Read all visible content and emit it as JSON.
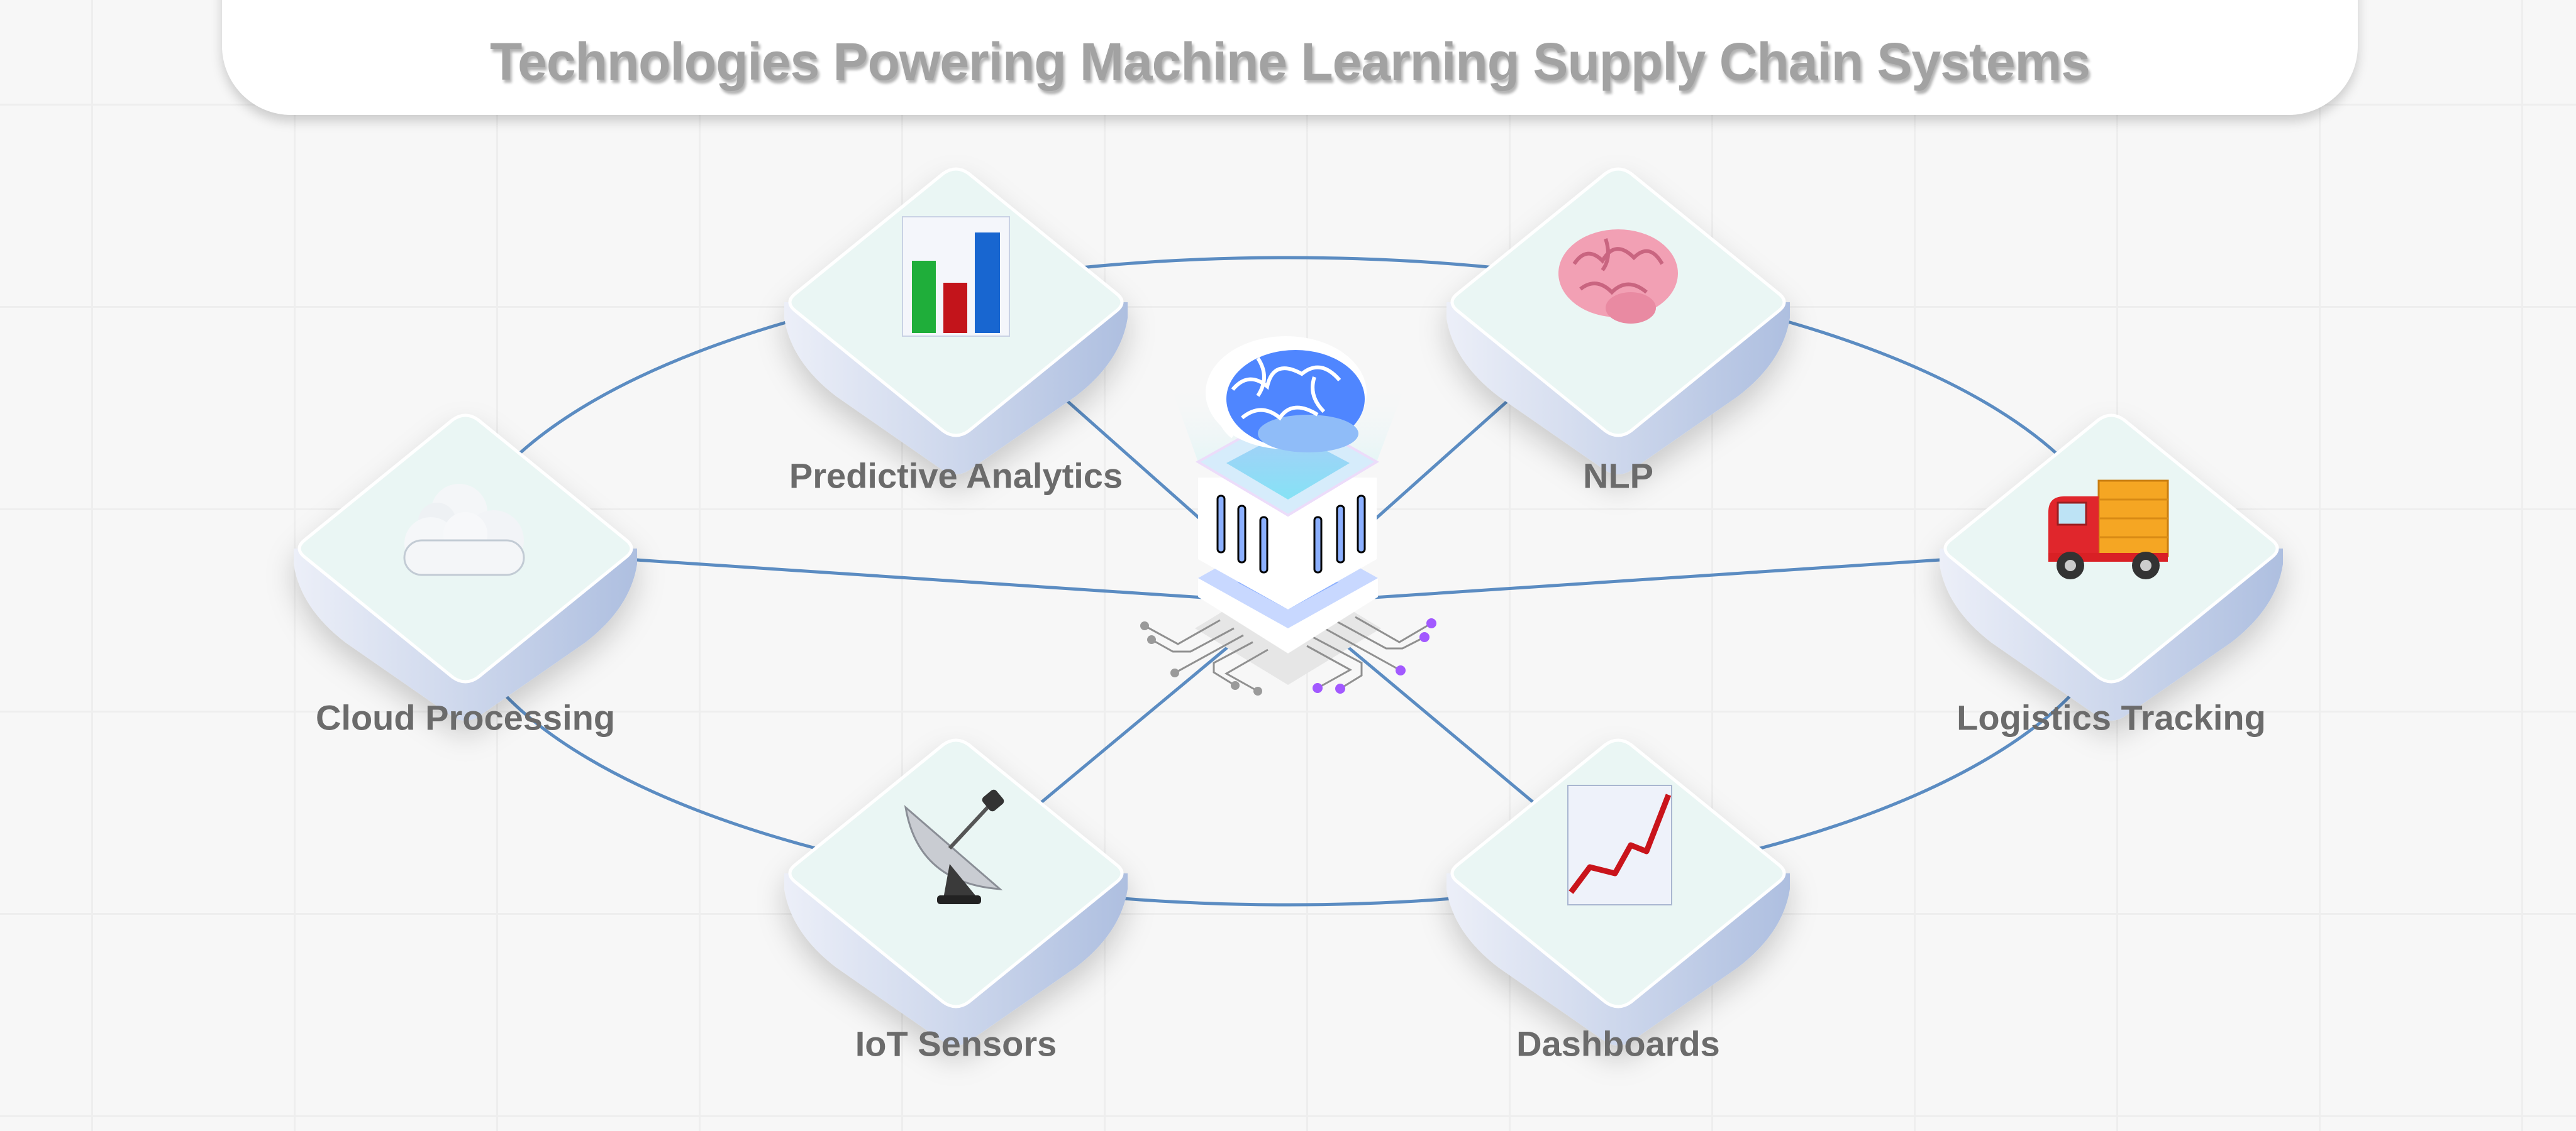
{
  "title": "Technologies Powering Machine Learning Supply Chain Systems",
  "center": {
    "icon": "ai-brain-processor-icon"
  },
  "nodes": [
    {
      "label": "Predictive Analytics",
      "icon": "bar-chart-icon"
    },
    {
      "label": "NLP",
      "icon": "brain-icon"
    },
    {
      "label": "Cloud Processing",
      "icon": "cloud-icon"
    },
    {
      "label": "Logistics Tracking",
      "icon": "delivery-truck-icon"
    },
    {
      "label": "IoT Sensors",
      "icon": "satellite-dish-icon"
    },
    {
      "label": "Dashboards",
      "icon": "line-chart-icon"
    }
  ],
  "colors": {
    "connector": "#5b8cc2",
    "tile_face": "#eaf6f4",
    "tile_side": "#b3c2e2",
    "accent_purple": "#a259ff",
    "brain_blue": "#4f86ff"
  }
}
